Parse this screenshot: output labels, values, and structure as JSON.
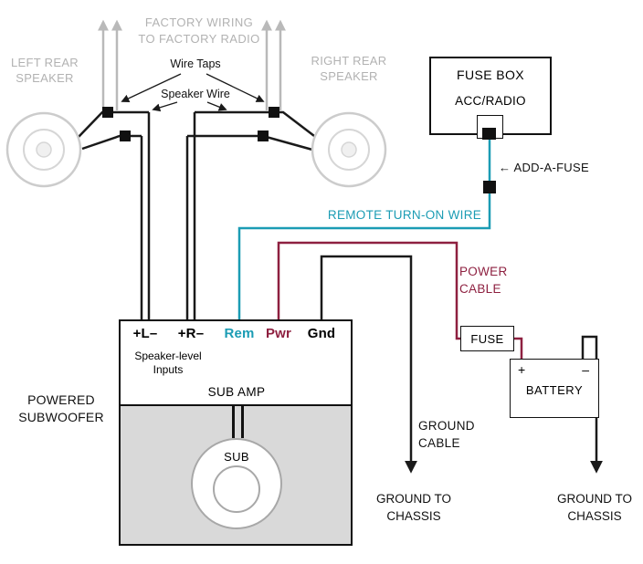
{
  "title": "Powered subwoofer amplifier wiring diagram",
  "colors": {
    "remote_wire": "#1b9cb4",
    "power_wire": "#8e2040",
    "black_wire": "#1a1a1a",
    "factory_wire": "#b9b9b9",
    "gray_label": "#b2b2b2",
    "amp_speaker_bg": "#d9d9d9"
  },
  "factory": {
    "wiring_label": "FACTORY WIRING\nTO FACTORY RADIO",
    "wire_taps_label": "Wire Taps",
    "speaker_wire_label": "Speaker Wire"
  },
  "speakers": {
    "left_label": "LEFT REAR\nSPEAKER",
    "right_label": "RIGHT REAR\nSPEAKER"
  },
  "fuse_box": {
    "title": "FUSE BOX",
    "slot": "ACC/RADIO",
    "add_a_fuse_label": "← ADD-A-FUSE"
  },
  "remote": {
    "label": "REMOTE TURN-ON WIRE"
  },
  "power": {
    "cable_label": "POWER\nCABLE",
    "fuse_label": "FUSE"
  },
  "battery": {
    "label": "BATTERY",
    "plus": "+",
    "minus": "–"
  },
  "grounds": {
    "cable_label": "GROUND\nCABLE",
    "chassis_left": "GROUND TO\nCHASSIS",
    "chassis_right": "GROUND TO\nCHASSIS"
  },
  "amp": {
    "name_label": "POWERED\nSUBWOOFER",
    "terminals": [
      {
        "label": "+L–"
      },
      {
        "label": "+R–"
      },
      {
        "label": "Rem"
      },
      {
        "label": "Pwr"
      },
      {
        "label": "Gnd"
      }
    ],
    "inputs_label": "Speaker-level\nInputs",
    "amp_label": "SUB AMP",
    "sub_label": "SUB"
  }
}
